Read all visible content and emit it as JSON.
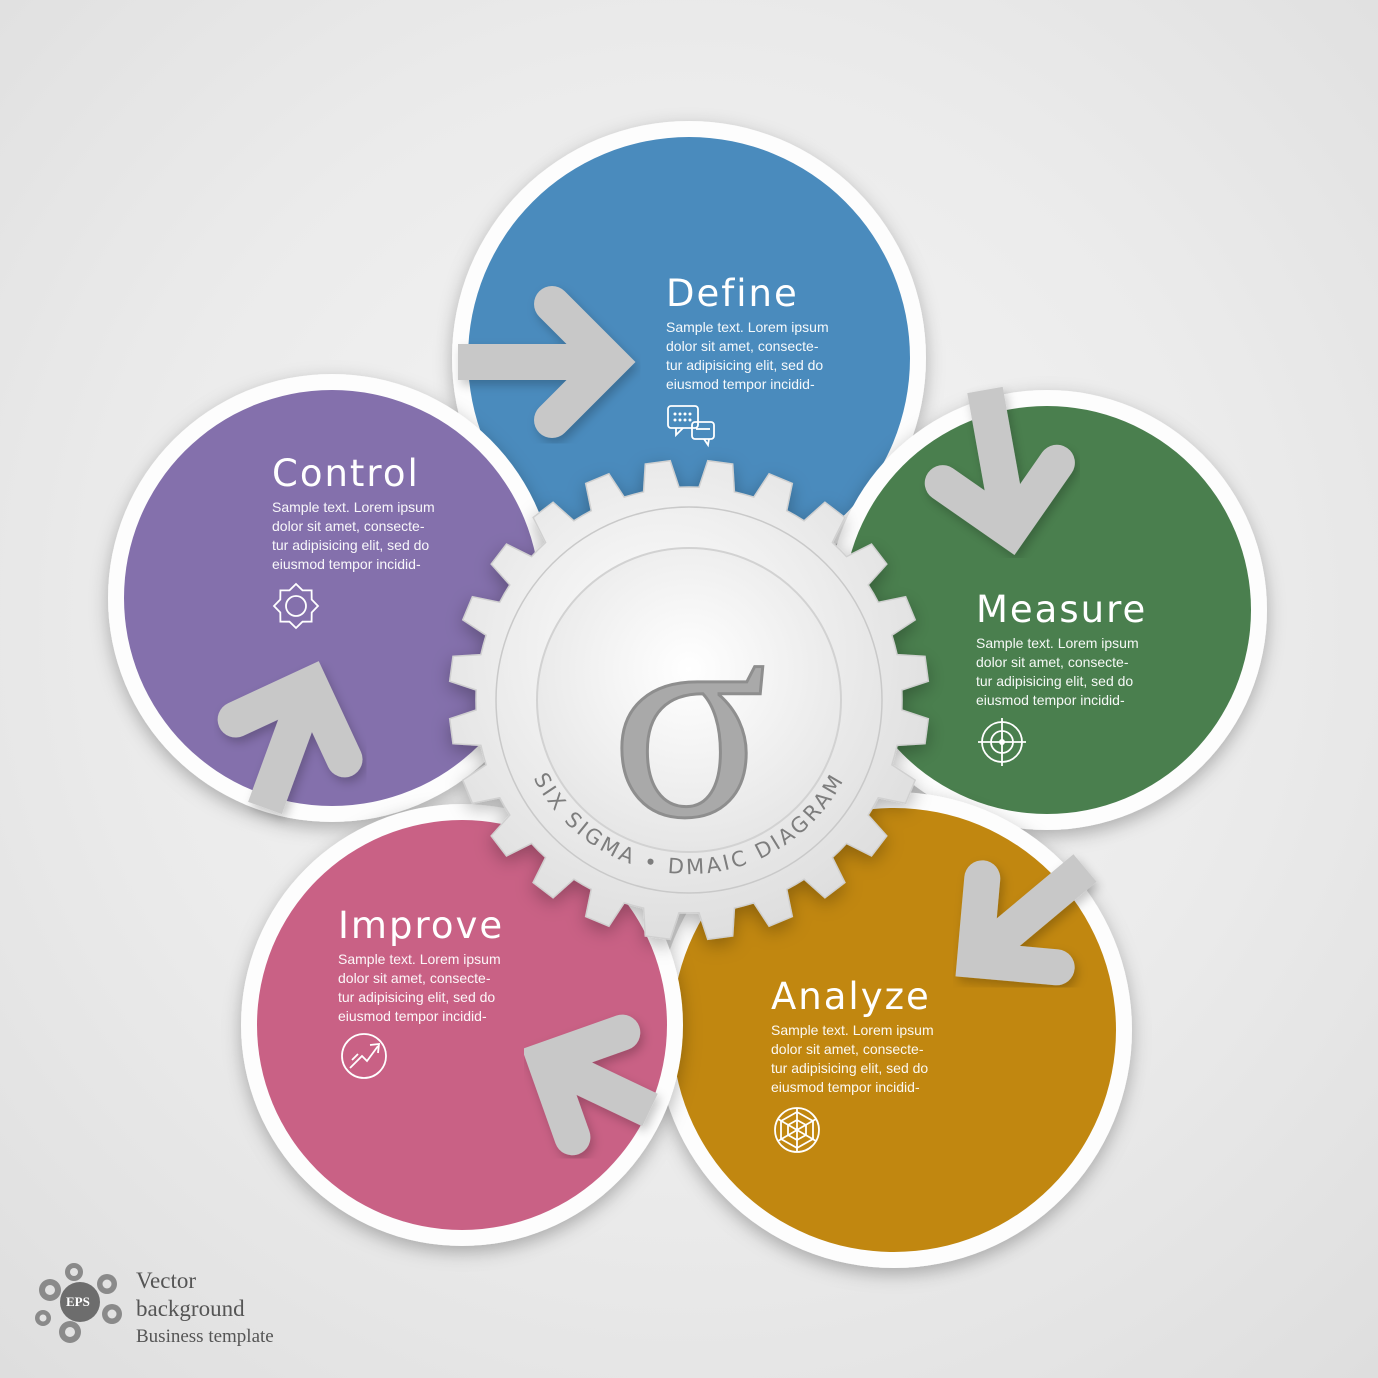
{
  "center": {
    "symbol": "σ",
    "ring_text": "SIX SIGMA • DMAIC DIAGRAM"
  },
  "phases": [
    {
      "title": "Define",
      "color": "#4a8bbd",
      "icon": "chat-bubbles-icon",
      "lines": [
        "Sample text. Lorem ipsum",
        "dolor sit amet, consecte-",
        "tur adipisicing elit, sed do",
        "eiusmod tempor incidid-"
      ]
    },
    {
      "title": "Measure",
      "color": "#4a7f4e",
      "icon": "target-icon",
      "lines": [
        "Sample text. Lorem ipsum",
        "dolor sit amet, consecte-",
        "tur adipisicing elit, sed do",
        "eiusmod tempor incidid-"
      ]
    },
    {
      "title": "Analyze",
      "color": "#c18710",
      "icon": "web-icon",
      "lines": [
        "Sample text. Lorem ipsum",
        "dolor sit amet, consecte-",
        "tur adipisicing elit, sed do",
        "eiusmod tempor incidid-"
      ]
    },
    {
      "title": "Improve",
      "color": "#c96185",
      "icon": "growth-arrow-icon",
      "lines": [
        "Sample text. Lorem ipsum",
        "dolor sit amet, consecte-",
        "tur adipisicing elit, sed do",
        "eiusmod tempor incidid-"
      ]
    },
    {
      "title": "Control",
      "color": "#8470ac",
      "icon": "gear-icon",
      "lines": [
        "Sample text. Lorem ipsum",
        "dolor sit amet, consecte-",
        "tur adipisicing elit, sed do",
        "eiusmod tempor incidid-"
      ]
    }
  ],
  "footer": {
    "badge": "EPS",
    "line1": "Vector",
    "line2": "background",
    "line3": "Business template"
  }
}
